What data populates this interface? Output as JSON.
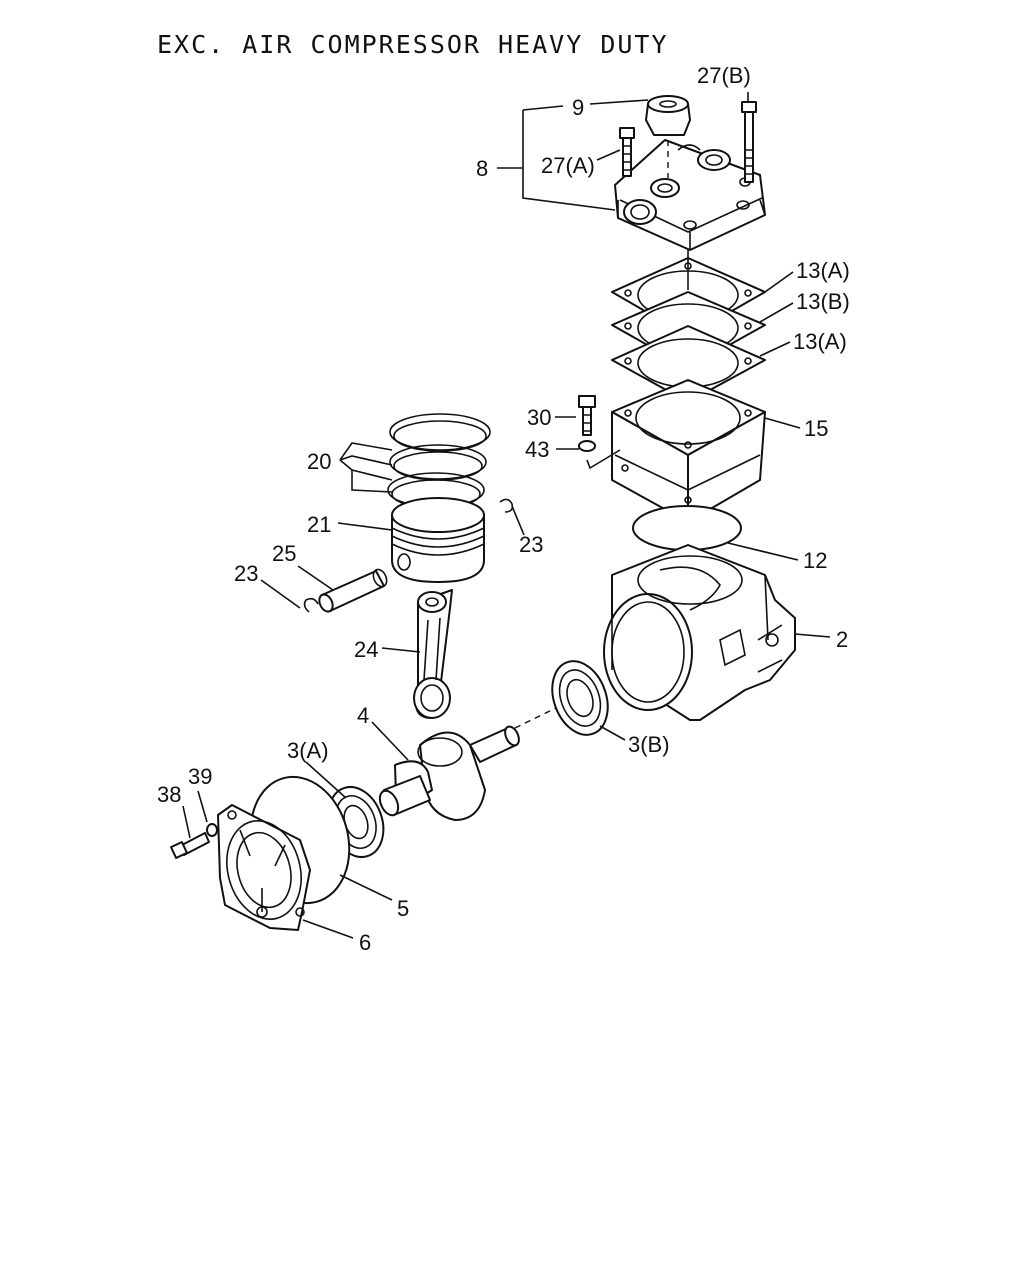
{
  "title": "EXC. AIR COMPRESSOR HEAVY DUTY",
  "callouts": {
    "c27b": "27(B)",
    "c9": "9",
    "c8": "8",
    "c27a": "27(A)",
    "c13a_top": "13(A)",
    "c13b": "13(B)",
    "c13a_bot": "13(A)",
    "c30": "30",
    "c43": "43",
    "c15": "15",
    "c20": "20",
    "c21": "21",
    "c23_right": "23",
    "c25": "25",
    "c23_left": "23",
    "c12": "12",
    "c2": "2",
    "c24": "24",
    "c4": "4",
    "c3a": "3(A)",
    "c3b": "3(B)",
    "c39": "39",
    "c38": "38",
    "c5": "5",
    "c6": "6"
  }
}
